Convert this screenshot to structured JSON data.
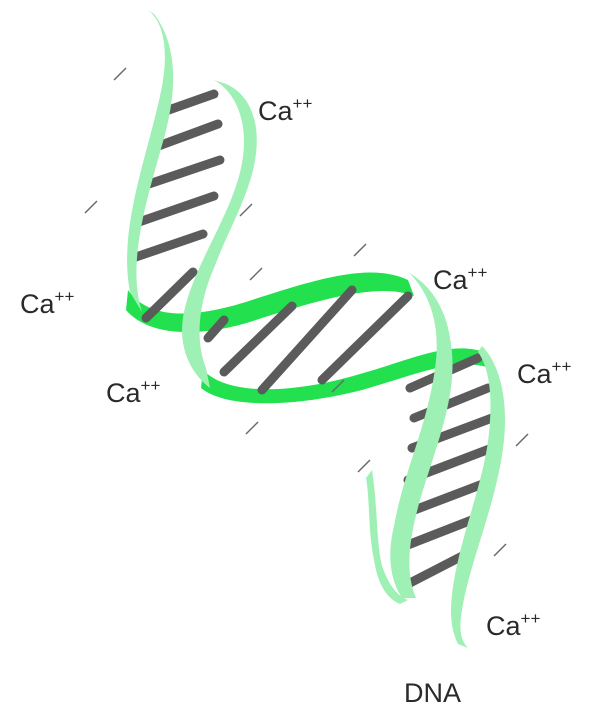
{
  "diagram": {
    "title": "DNA",
    "ion_labels": [
      {
        "base": "Ca",
        "charge": "++"
      },
      {
        "base": "Ca",
        "charge": "++"
      },
      {
        "base": "Ca",
        "charge": "++"
      },
      {
        "base": "Ca",
        "charge": "++"
      },
      {
        "base": "Ca",
        "charge": "++"
      },
      {
        "base": "Ca",
        "charge": "++"
      }
    ],
    "colors": {
      "strand_light": "#9ef0b4",
      "strand_bright": "#22e04e",
      "base_pair": "#5b5b5b",
      "tick": "#6a6a6a",
      "text": "#2a2a2a"
    }
  }
}
